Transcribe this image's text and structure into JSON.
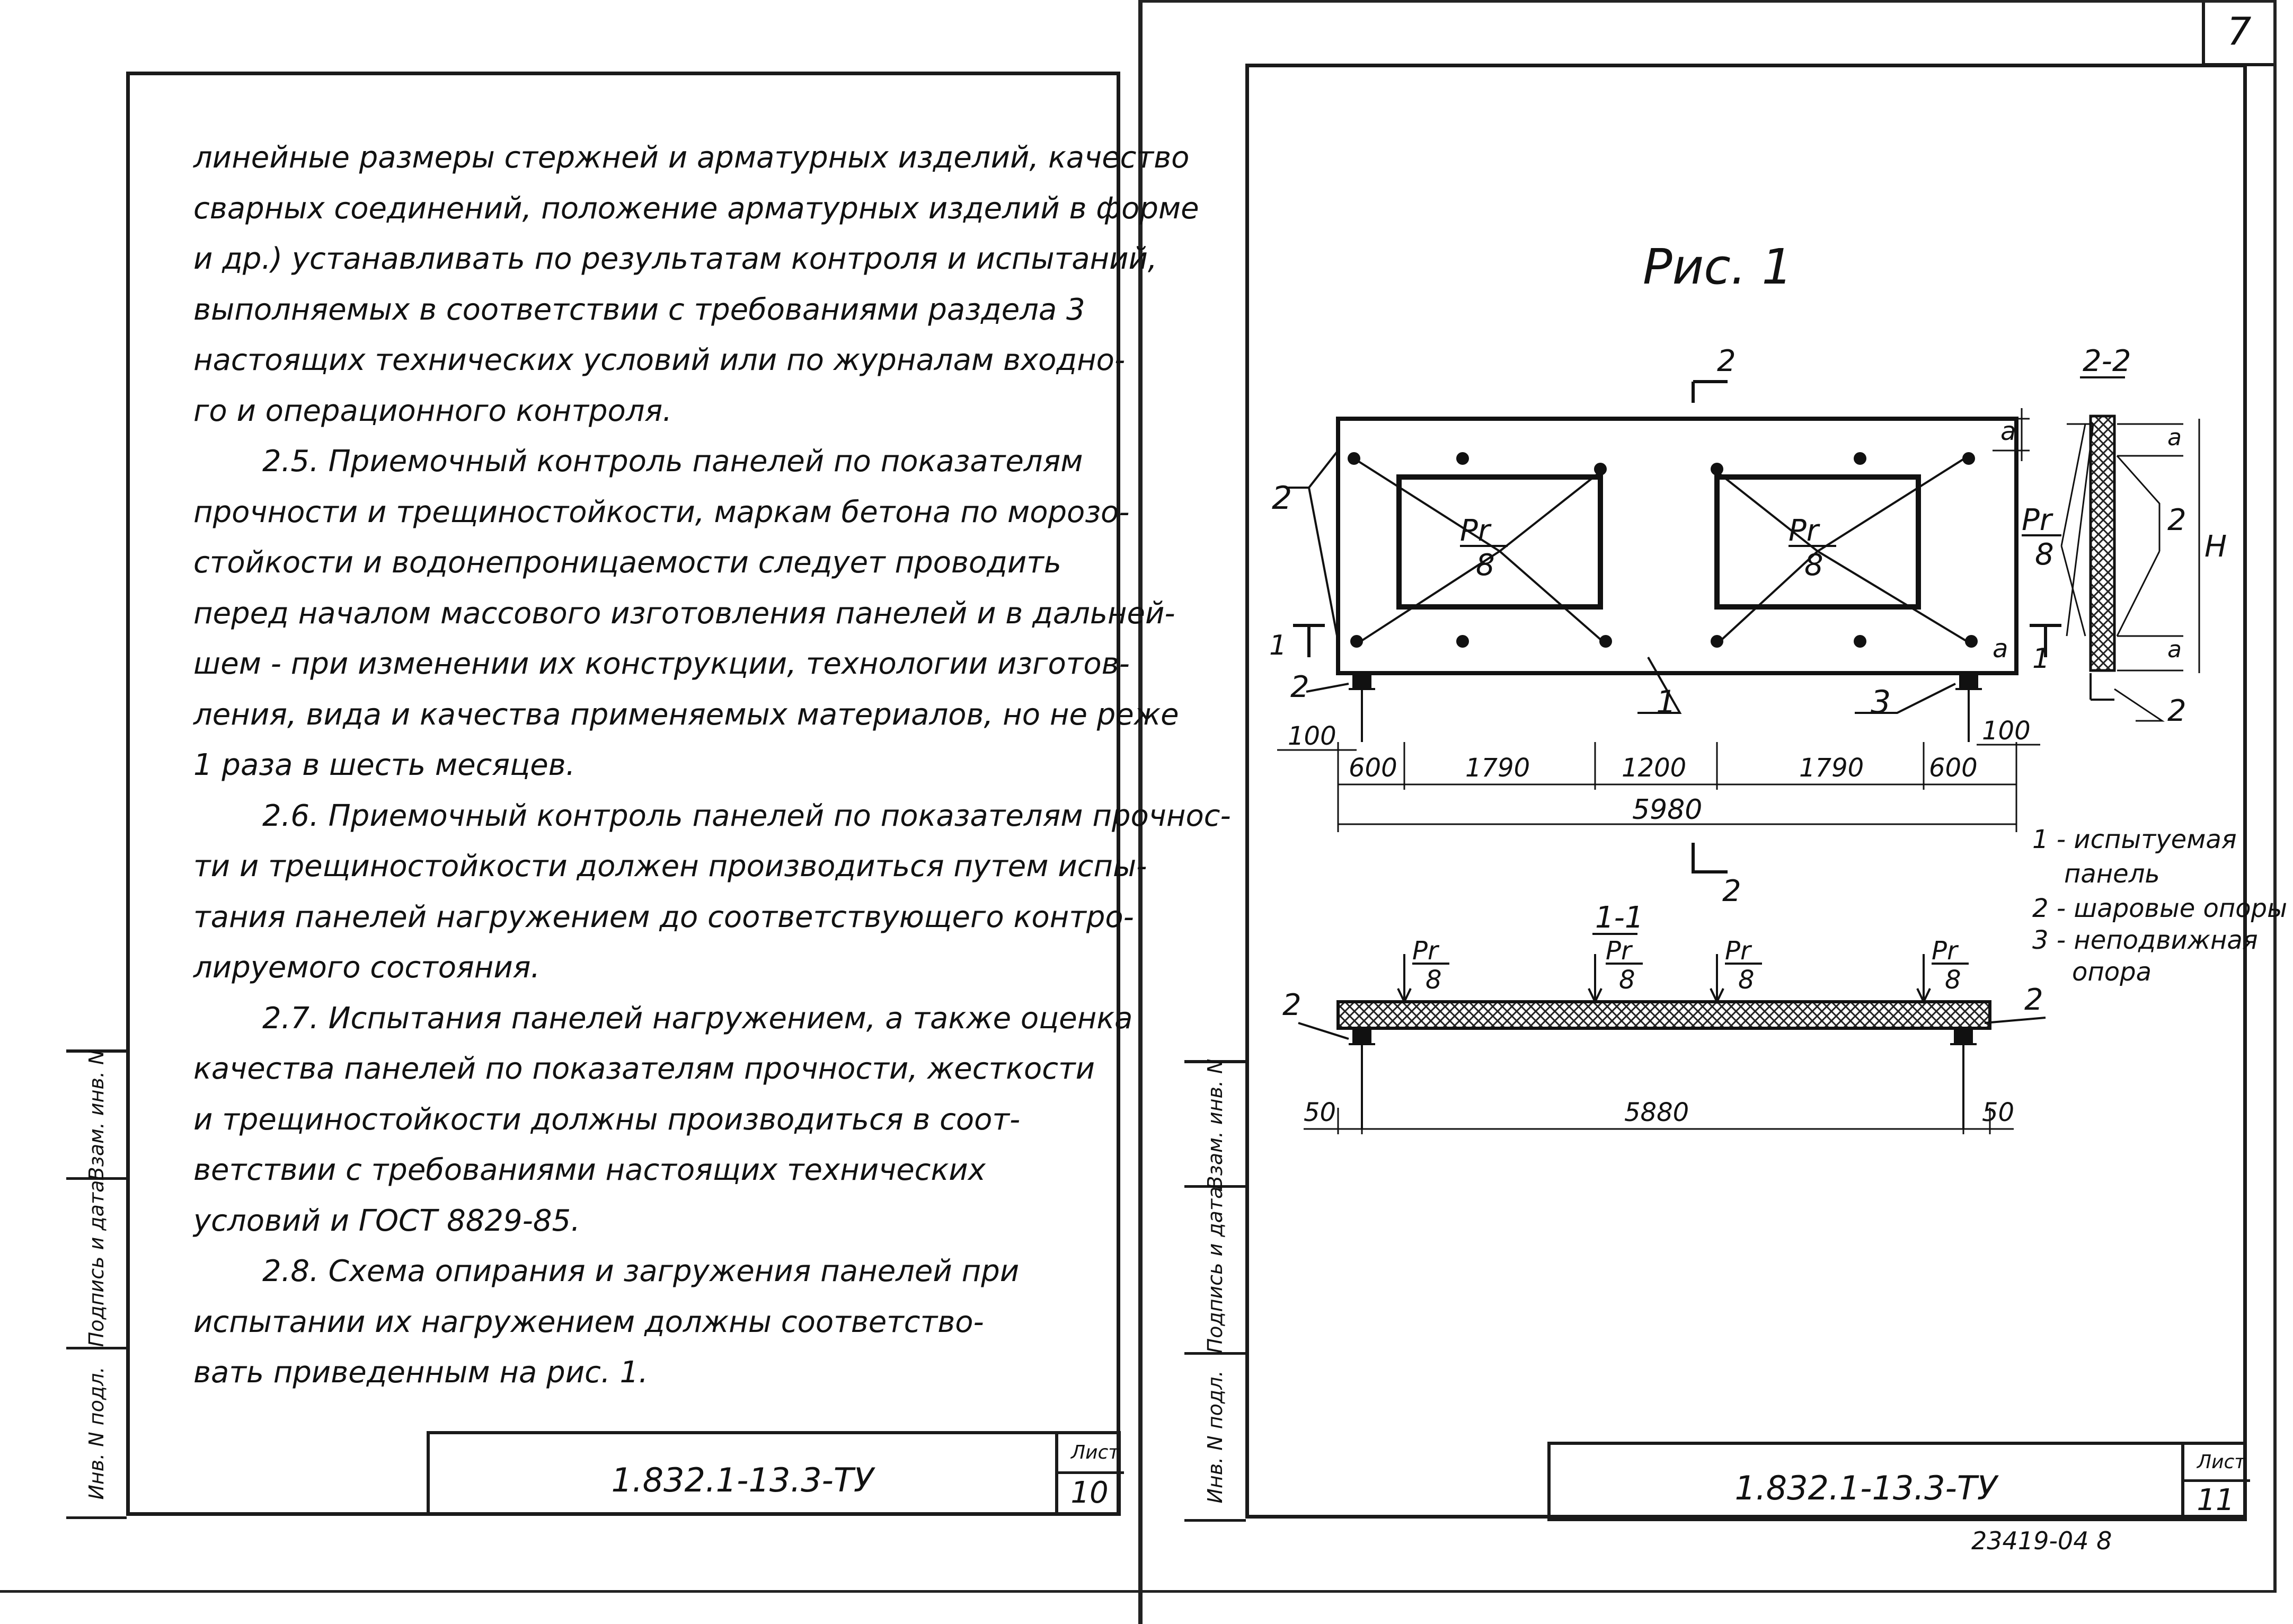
{
  "left_page": {
    "side_labels": [
      "Инв. N подл.",
      "Подпись и дата",
      "Взам. инв. N"
    ],
    "body_lines": [
      "линейные размеры стержней и арматурных изделий, качество",
      "сварных соединений, положение арматурных изделий в форме",
      "и др.) устанавливать по результатам контроля и испытаний,",
      "выполняемых в соответствии с требованиями раздела 3",
      "настоящих технических условий или по журналам входно-",
      "го и операционного контроля.",
      "2.5. Приемочный контроль панелей по показателям",
      "прочности и трещиностойкости, маркам бетона по морозо-",
      "стойкости и водонепроницаемости следует проводить",
      "перед началом массового изготовления панелей и в дальней-",
      "шем - при изменении их конструкции, технологии изготов-",
      "ления, вида и качества применяемых материалов, но не реже",
      "1 раза в шесть месяцев.",
      "2.6. Приемочный контроль панелей по показателям прочнос-",
      "ти и трещиностойкости должен производиться путем испы-",
      "тания панелей нагружением до соответствующего контро-",
      "лируемого состояния.",
      "2.7. Испытания панелей нагружением, а также оценка",
      "качества панелей по показателям прочности, жесткости",
      "и трещиностойкости должны производиться в соот-",
      "ветствии с требованиями настоящих технических",
      "условий и ГОСТ 8829-85.",
      "2.8. Схема опирания и загружения панелей при",
      "испытании их нагружением должны соответство-",
      "вать приведенным на рис. 1."
    ],
    "stamp": {
      "code": "1.832.1-13.3-ТУ",
      "sheet_label": "Лист",
      "sheet_number": "10"
    }
  },
  "right_page": {
    "side_labels": [
      "Инв. N подл.",
      "Подпись и дата",
      "Взам. инв. N"
    ],
    "corner_number": "7",
    "figure": {
      "title": "Рис. 1",
      "section_2": "2",
      "section_1": "1",
      "section_2_2": "2-2",
      "section_1_1": "1-1",
      "load_num": "Pr",
      "load_den": "8",
      "label_1": "1",
      "label_2": "2",
      "label_3": "3",
      "dim_a": "a",
      "dim_H": "H",
      "dim_100": "100",
      "dim_600": "600",
      "dim_1790": "1790",
      "dim_1200": "1200",
      "dim_5980": "5980",
      "dim_50": "50",
      "dim_5880": "5880",
      "legend": [
        "1 - испытуемая",
        "панель",
        "2 - шаровые опоры",
        "3 - неподвижная",
        "опора"
      ]
    },
    "stamp": {
      "code": "1.832.1-13.3-ТУ",
      "sheet_label": "Лист",
      "sheet_number": "11"
    },
    "bottom_note": "23419-04   8"
  }
}
